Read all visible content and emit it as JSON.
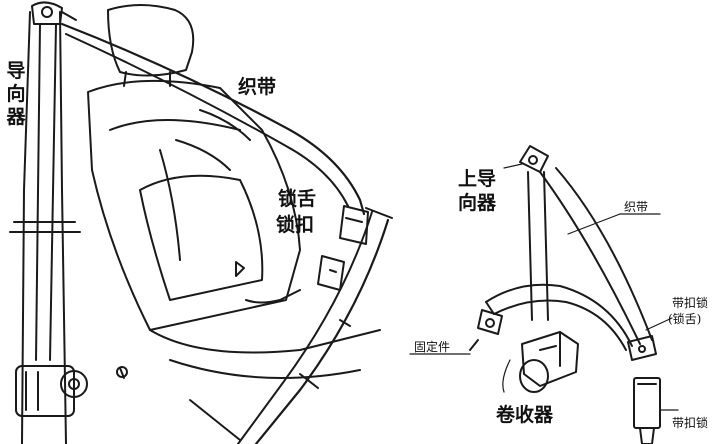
{
  "left_panel": {
    "guide": "导向器",
    "webbing": "织带",
    "latch_plate": "锁舌",
    "buckle": "锁扣"
  },
  "right_panel": {
    "upper_guide_line1": "上导",
    "upper_guide_line2": "向器",
    "webbing": "织带",
    "anchor": "固定件",
    "retractor": "卷收器",
    "buckle_top_line1": "带扣锁",
    "buckle_top_line2": "(锁舌)",
    "buckle_bottom": "带扣锁"
  }
}
